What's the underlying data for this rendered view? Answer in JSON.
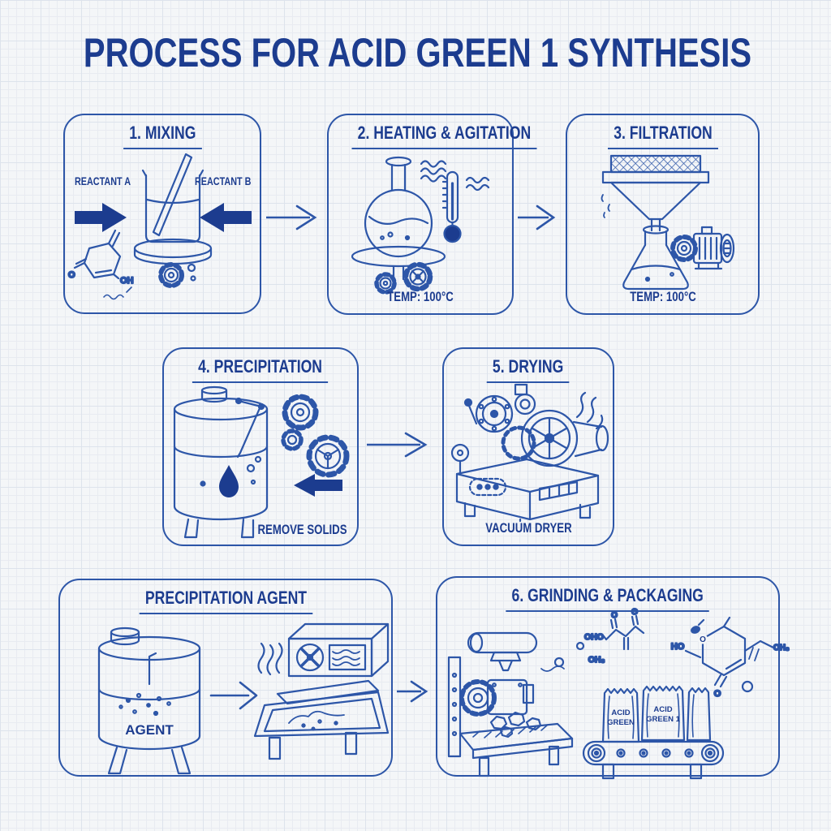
{
  "title": "PROCESS FOR ACID GREEN 1 SYNTHESIS",
  "colors": {
    "ink": "#2d56a8",
    "ink_dark": "#1c3c8f",
    "paper": "#f4f6f8"
  },
  "boxes": {
    "mixing": {
      "title": "1. MIXING",
      "reactant_a": "REACTANT A",
      "reactant_b": "REACTANT B",
      "mol_o": "O",
      "mol_oh": "OH"
    },
    "heating": {
      "title": "2. HEATING & AGITATION",
      "temp": "TEMP: 100°C"
    },
    "filtration": {
      "title": "3. FILTRATION",
      "temp": "TEMP: 100°C"
    },
    "precipitation": {
      "title": "4. PRECIPITATION",
      "note": "REMOVE SOLIDS"
    },
    "drying": {
      "title": "5. DRYING",
      "caption": "VACUUM DRYER"
    },
    "agent": {
      "title": "PRECIPITATION AGENT",
      "tank_label": "AGENT"
    },
    "grinding": {
      "title": "6. GRINDING & PACKAGING",
      "mol_a_oho": "OHO",
      "mol_a_o1": "O",
      "mol_a_o2": "O",
      "mol_a_oh3": "OH₃",
      "mol_b_ho": "HO",
      "mol_b_o_ring": "O",
      "mol_b_o": "O",
      "mol_b_oh3": "OH₃",
      "bags": [
        {
          "line1": "ACID",
          "line2": "GREEN"
        },
        {
          "line1": "ACID",
          "line2": "GREEN 1"
        }
      ]
    }
  }
}
